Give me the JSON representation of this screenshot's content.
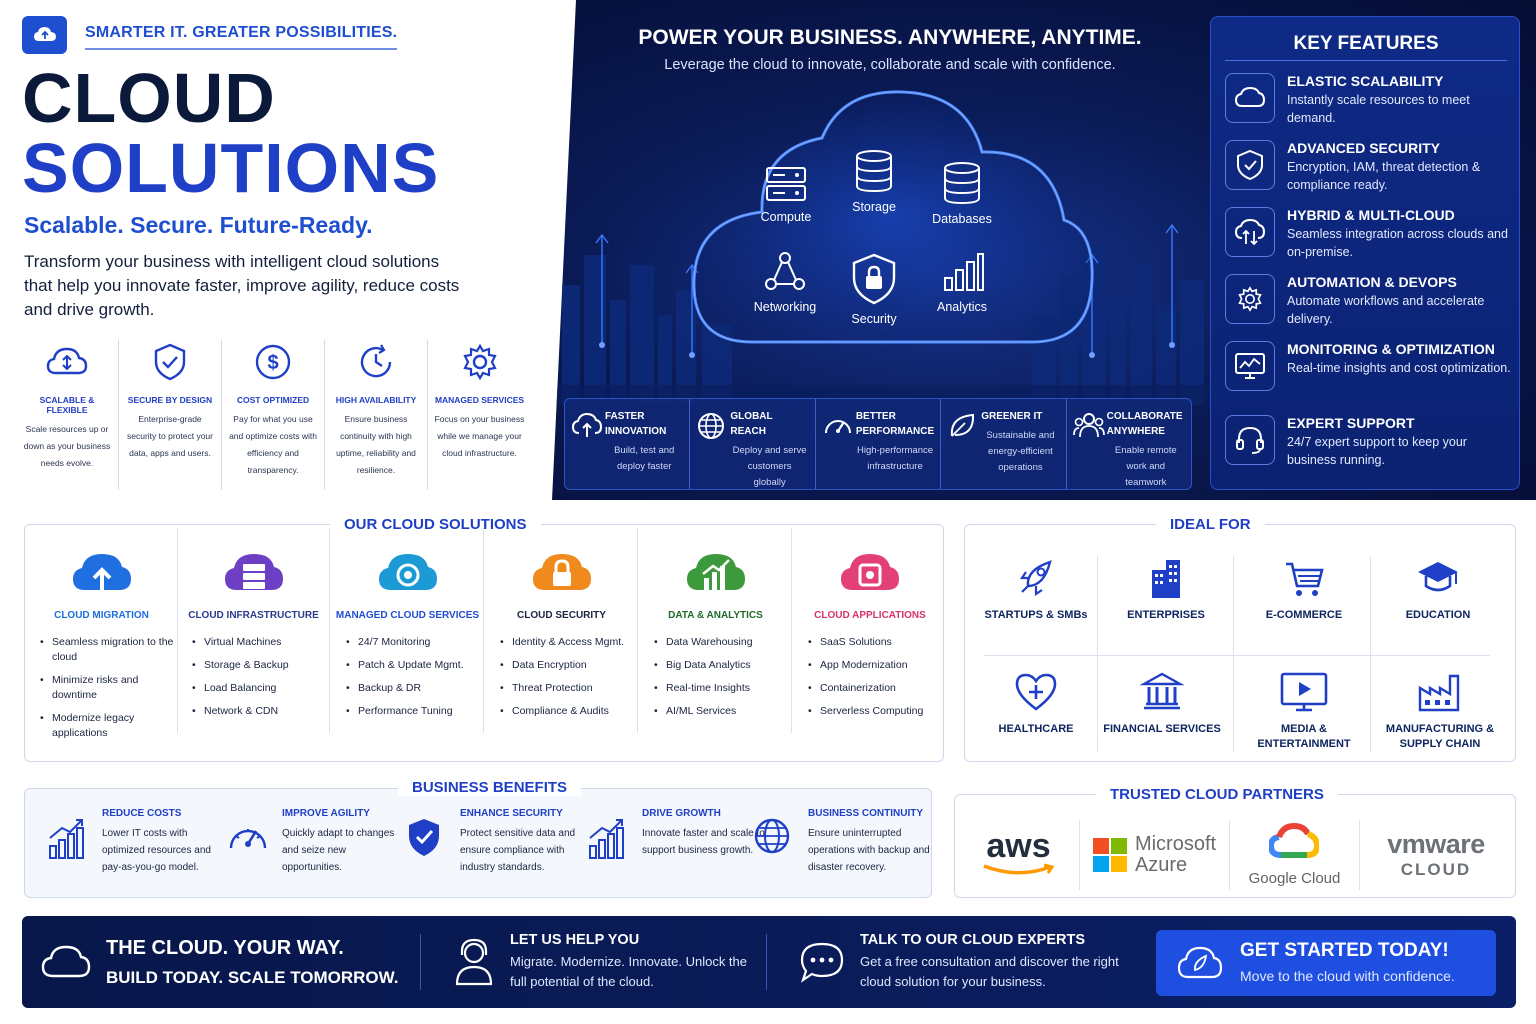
{
  "header": {
    "tagline": "SMARTER IT. GREATER POSSIBILITIES.",
    "title_line1": "CLOUD",
    "title_line2": "SOLUTIONS",
    "subtitle": "Scalable. Secure. Future-Ready.",
    "intro": "Transform your business with intelligent cloud solutions that help you innovate faster, improve agility, reduce costs and drive growth."
  },
  "features": [
    {
      "icon": "cloud-arrows-icon",
      "title": "SCALABLE & FLEXIBLE",
      "desc": "Scale resources up or down as your business needs evolve."
    },
    {
      "icon": "shield-check-icon",
      "title": "SECURE BY DESIGN",
      "desc": "Enterprise-grade security to protect your data, apps and users."
    },
    {
      "icon": "dollar-icon",
      "title": "COST OPTIMIZED",
      "desc": "Pay for what you use and optimize costs with efficiency and transparency."
    },
    {
      "icon": "clock-refresh-icon",
      "title": "HIGH AVAILABILITY",
      "desc": "Ensure business continuity with high uptime, reliability and resilience."
    },
    {
      "icon": "gear-icon",
      "title": "MANAGED SERVICES",
      "desc": "Focus on your business while we manage your cloud infrastructure."
    }
  ],
  "hero": {
    "title": "POWER YOUR BUSINESS. ANYWHERE, ANYTIME.",
    "subtitle": "Leverage the cloud to innovate, collaborate and scale with confidence.",
    "services": [
      "Compute",
      "Storage",
      "Databases",
      "Networking",
      "Security",
      "Analytics"
    ]
  },
  "hero_bar": [
    {
      "icon": "cloud-upload-icon",
      "title": "FASTER INNOVATION",
      "desc": "Build, test and deploy faster"
    },
    {
      "icon": "globe-icon",
      "title": "GLOBAL REACH",
      "desc": "Deploy and serve customers globally"
    },
    {
      "icon": "gauge-icon",
      "title": "BETTER PERFORMANCE",
      "desc": "High-performance infrastructure"
    },
    {
      "icon": "leaf-icon",
      "title": "GREENER IT",
      "desc": "Sustainable and energy-efficient operations"
    },
    {
      "icon": "team-icon",
      "title": "COLLABORATE ANYWHERE",
      "desc": "Enable remote work and teamwork"
    }
  ],
  "key_features": {
    "title": "KEY FEATURES",
    "items": [
      {
        "icon": "cloud-icon",
        "title": "ELASTIC SCALABILITY",
        "desc": "Instantly scale resources to meet demand."
      },
      {
        "icon": "shield-check-icon",
        "title": "ADVANCED SECURITY",
        "desc": "Encryption, IAM, threat detection & compliance ready."
      },
      {
        "icon": "cloud-sync-icon",
        "title": "HYBRID & MULTI-CLOUD",
        "desc": "Seamless integration across clouds and on-premise."
      },
      {
        "icon": "gear-icon",
        "title": "AUTOMATION & DEVOPS",
        "desc": "Automate workflows and accelerate delivery."
      },
      {
        "icon": "monitor-chart-icon",
        "title": "MONITORING & OPTIMIZATION",
        "desc": "Real-time insights and cost optimization."
      },
      {
        "icon": "headset-icon",
        "title": "EXPERT SUPPORT",
        "desc": "24/7 expert support to keep your business running."
      }
    ]
  },
  "solutions": {
    "title": "OUR CLOUD SOLUTIONS",
    "items": [
      {
        "icon": "cloud-upload-icon",
        "color": "#1f6fe0",
        "title": "CLOUD MIGRATION",
        "bullets": [
          "Seamless migration to the cloud",
          "Minimize risks and downtime",
          "Modernize legacy applications"
        ]
      },
      {
        "icon": "server-cloud-icon",
        "color": "#6c3fc4",
        "title": "CLOUD INFRASTRUCTURE",
        "bullets": [
          "Virtual Machines",
          "Storage & Backup",
          "Load Balancing",
          "Network & CDN"
        ]
      },
      {
        "icon": "cloud-gear-icon",
        "color": "#1b9ad6",
        "title": "MANAGED CLOUD SERVICES",
        "bullets": [
          "24/7 Monitoring",
          "Patch & Update Mgmt.",
          "Backup & DR",
          "Performance Tuning"
        ]
      },
      {
        "icon": "cloud-lock-icon",
        "color": "#f08a1c",
        "title": "CLOUD SECURITY",
        "bullets": [
          "Identity & Access Mgmt.",
          "Data Encryption",
          "Threat Protection",
          "Compliance & Audits"
        ]
      },
      {
        "icon": "cloud-chart-icon",
        "color": "#3c9a3c",
        "title": "DATA & ANALYTICS",
        "bullets": [
          "Data Warehousing",
          "Big Data Analytics",
          "Real-time Insights",
          "AI/ML Services"
        ]
      },
      {
        "icon": "cloud-app-icon",
        "color": "#e3407a",
        "title": "CLOUD APPLICATIONS",
        "bullets": [
          "SaaS Solutions",
          "App Modernization",
          "Containerization",
          "Serverless Computing"
        ]
      }
    ]
  },
  "ideal_for": {
    "title": "IDEAL FOR",
    "items": [
      {
        "icon": "rocket-icon",
        "label": "STARTUPS & SMBs"
      },
      {
        "icon": "buildings-icon",
        "label": "ENTERPRISES"
      },
      {
        "icon": "cart-icon",
        "label": "E-COMMERCE"
      },
      {
        "icon": "graduation-cap-icon",
        "label": "EDUCATION"
      },
      {
        "icon": "heart-plus-icon",
        "label": "HEALTHCARE"
      },
      {
        "icon": "bank-icon",
        "label": "FINANCIAL SERVICES"
      },
      {
        "icon": "media-play-icon",
        "label": "MEDIA & ENTERTAINMENT"
      },
      {
        "icon": "factory-icon",
        "label": "MANUFACTURING & SUPPLY CHAIN"
      }
    ]
  },
  "benefits": {
    "title": "BUSINESS BENEFITS",
    "items": [
      {
        "icon": "bar-chart-up-icon",
        "title": "REDUCE COSTS",
        "desc": "Lower IT costs with optimized resources and pay-as-you-go model."
      },
      {
        "icon": "gauge-icon",
        "title": "IMPROVE AGILITY",
        "desc": "Quickly adapt to changes and seize new opportunities."
      },
      {
        "icon": "shield-check-icon",
        "title": "ENHANCE SECURITY",
        "desc": "Protect sensitive data and ensure compliance with industry standards."
      },
      {
        "icon": "growth-chart-icon",
        "title": "DRIVE GROWTH",
        "desc": "Innovate faster and scale to support business growth."
      },
      {
        "icon": "globe-icon",
        "title": "BUSINESS CONTINUITY",
        "desc": "Ensure uninterrupted operations with backup and disaster recovery."
      }
    ]
  },
  "partners": {
    "title": "TRUSTED CLOUD PARTNERS",
    "items": [
      {
        "name": "aws"
      },
      {
        "name": "Microsoft",
        "sub": "Azure"
      },
      {
        "name": "Google Cloud"
      },
      {
        "name": "vmware",
        "sub": "CLOUD"
      }
    ]
  },
  "footer": {
    "slogan_line1": "THE CLOUD. YOUR WAY.",
    "slogan_line2": "BUILD TODAY. SCALE TOMORROW.",
    "help_title": "LET US HELP YOU",
    "help_desc": "Migrate. Modernize. Innovate. Unlock the full potential of the cloud.",
    "experts_title": "TALK TO OUR CLOUD EXPERTS",
    "experts_desc": "Get a free consultation and discover the right cloud solution for your business.",
    "cta_title": "GET STARTED TODAY!",
    "cta_desc": "Move to the cloud with confidence."
  }
}
